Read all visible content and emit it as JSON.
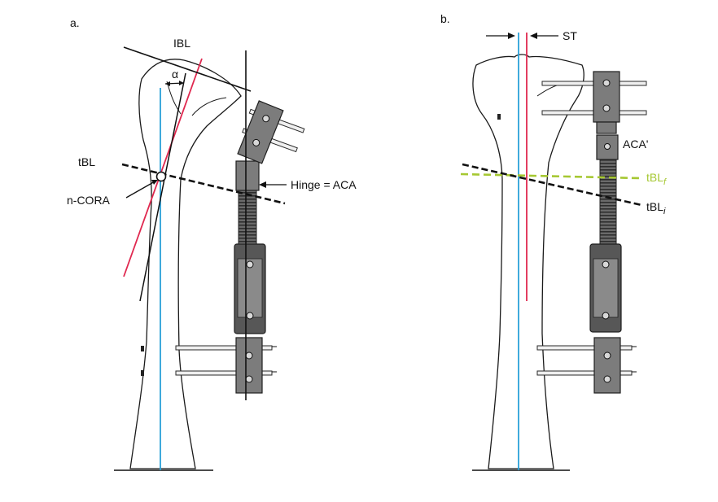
{
  "panel_a": {
    "label": "a.",
    "ibl": "IBL",
    "alpha": "α",
    "tbl": "tBL",
    "ncora": "n-CORA",
    "hinge": "Hinge = ACA"
  },
  "panel_b": {
    "label": "b.",
    "st": "ST",
    "aca_prime": "ACA'",
    "tbl_f_base": "tBL",
    "tbl_f_sub": "f",
    "tbl_i_base": "tBL",
    "tbl_i_sub": "i"
  },
  "colors": {
    "blue_axis": "#2aa0d8",
    "red_axis": "#e0284f",
    "green_line": "#a6c832",
    "black_line": "#111111"
  }
}
